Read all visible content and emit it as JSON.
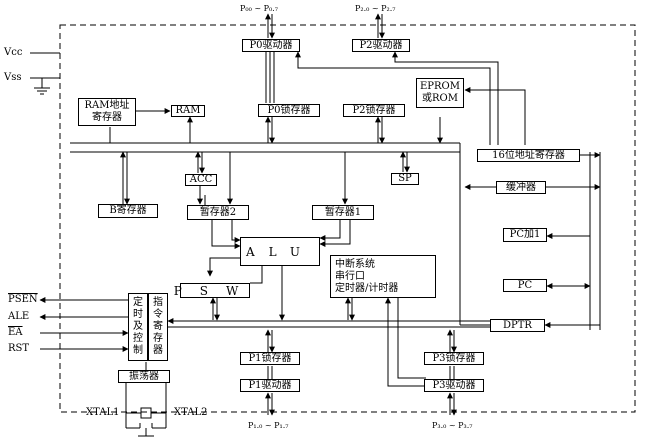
{
  "power": {
    "vcc": "Vcc",
    "vss": "Vss"
  },
  "ports": {
    "p0_pins": "P₀₀ ~ P₀.₇",
    "p2_pins": "P₂.₀ ~ P₂.₇",
    "p1_pins": "P₁.₀ ~ P₁.₇",
    "p3_pins": "P₃.₀ ~ P₃.₇"
  },
  "blocks": {
    "p0_driver": "P0驱动器",
    "p2_driver": "P2驱动器",
    "p0_latch": "P0锁存器",
    "p2_latch": "P2锁存器",
    "eprom": "EPROM\n或ROM",
    "ram_addr": "RAM地址\n寄存器",
    "ram": "RAM",
    "addr16": "16位地址寄存器",
    "acc": "ACC",
    "sp": "SP",
    "b_reg": "B寄存器",
    "temp2": "暂存器2",
    "temp1": "暂存器1",
    "buffer": "缓冲器",
    "alu": "ALU",
    "pc_inc": "PC加1",
    "interrupt": "中断系统\n串行口\n定时器/计时器",
    "psw": "PSW",
    "pc": "PC",
    "timing": "定\n时\n及\n控\n制",
    "instr_reg": "指\n令\n寄\n存\n器",
    "dptr": "DPTR",
    "p1_latch": "P1锁存器",
    "p3_latch": "P3锁存器",
    "p1_driver": "P1驱动器",
    "p3_driver": "P3驱动器",
    "oscillator": "振荡器"
  },
  "signals": {
    "psen": "PSEN",
    "ale": "ALE",
    "ea": "EA",
    "rst": "RST"
  },
  "crystal": {
    "xtal1": "XTAL1",
    "xtal2": "XTAL2"
  }
}
